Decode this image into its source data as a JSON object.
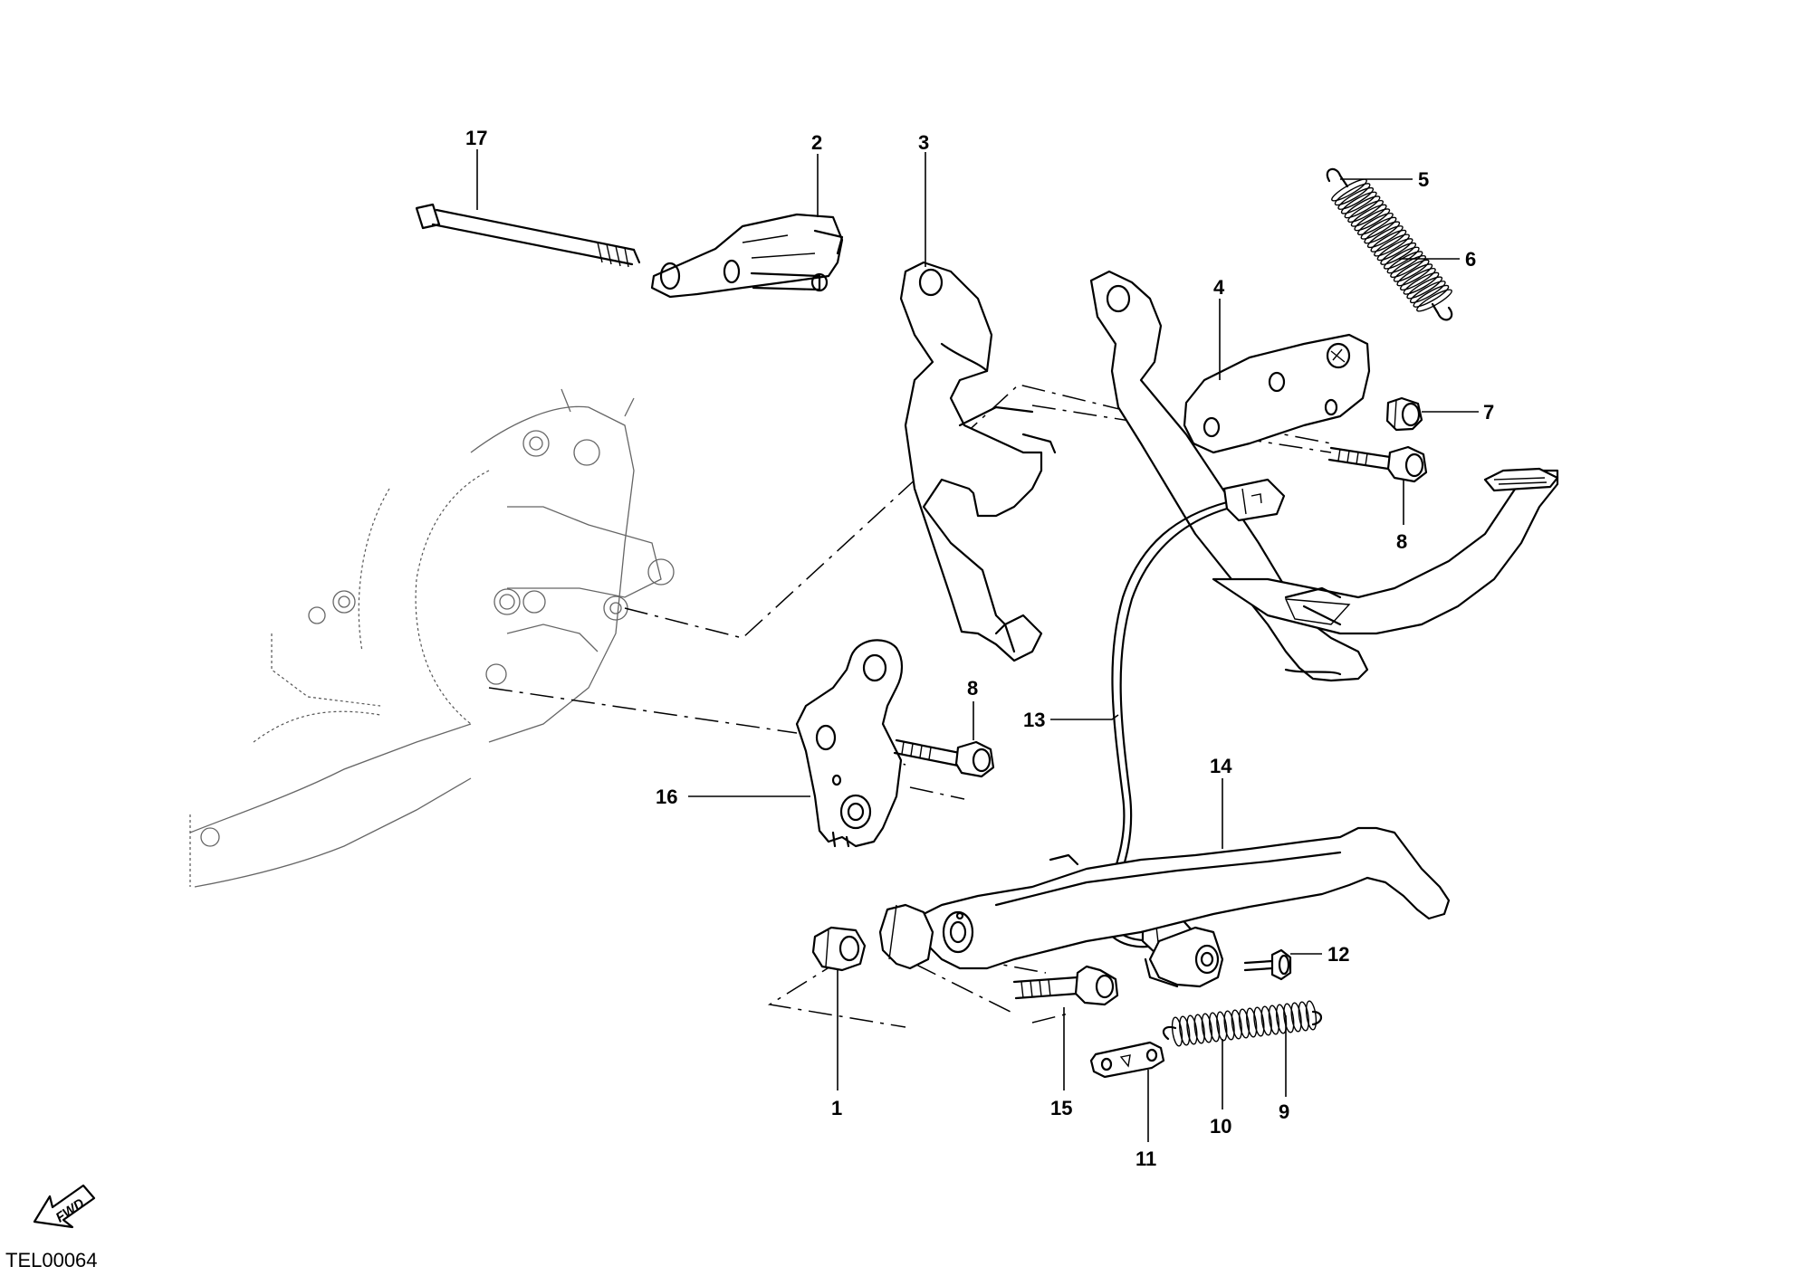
{
  "diagram": {
    "reference_code": "TEL00064",
    "direction_label": "FWD",
    "callouts": [
      {
        "id": "c1",
        "label": "1"
      },
      {
        "id": "c2",
        "label": "2"
      },
      {
        "id": "c3",
        "label": "3"
      },
      {
        "id": "c4",
        "label": "4"
      },
      {
        "id": "c5",
        "label": "5"
      },
      {
        "id": "c6",
        "label": "6"
      },
      {
        "id": "c7",
        "label": "7"
      },
      {
        "id": "c8a",
        "label": "8"
      },
      {
        "id": "c8b",
        "label": "8"
      },
      {
        "id": "c9",
        "label": "9"
      },
      {
        "id": "c10",
        "label": "10"
      },
      {
        "id": "c11",
        "label": "11"
      },
      {
        "id": "c12",
        "label": "12"
      },
      {
        "id": "c13",
        "label": "13"
      },
      {
        "id": "c14",
        "label": "14"
      },
      {
        "id": "c15",
        "label": "15"
      },
      {
        "id": "c16",
        "label": "16"
      },
      {
        "id": "c17",
        "label": "17"
      }
    ]
  }
}
